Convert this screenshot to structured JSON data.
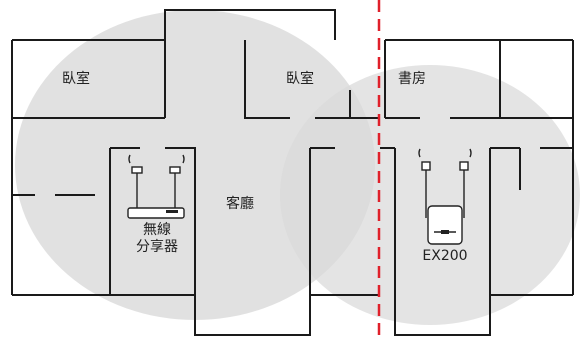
{
  "rooms": {
    "bedroom_left": "臥室",
    "bedroom_center": "臥室",
    "study": "書房",
    "living_room": "客廳"
  },
  "devices": {
    "router_line1": "無線",
    "router_line2": "分享器",
    "extender": "EX200"
  },
  "colors": {
    "walls": "#1a1a1a",
    "coverage": "#d9d9d9",
    "divider": "#e0202a"
  },
  "icons": [
    "router-icon",
    "extender-icon",
    "coverage-circle"
  ]
}
